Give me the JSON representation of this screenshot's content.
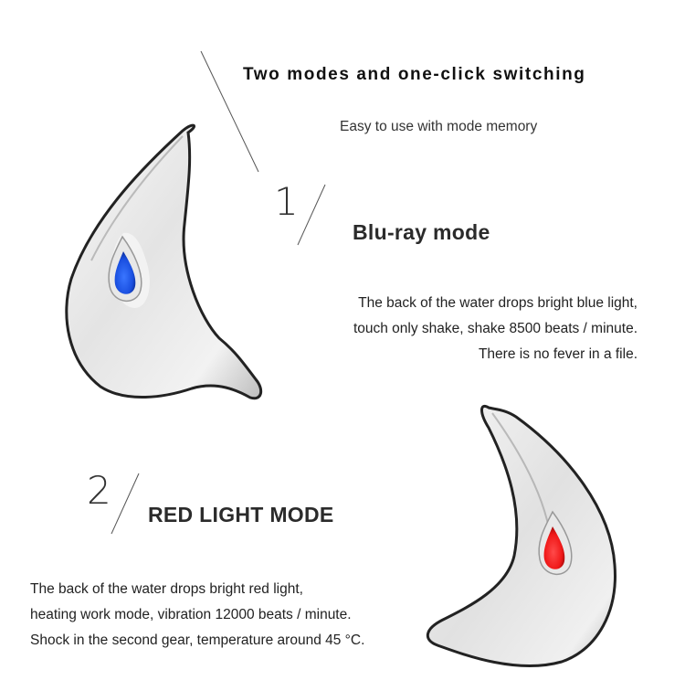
{
  "header": {
    "title": "Two modes and one-click switching",
    "subtitle": "Easy to use with mode memory"
  },
  "modes": [
    {
      "number": "1",
      "title": "Blu-ray mode",
      "description": [
        "The back of the water drops bright blue light,",
        "touch only shake, shake 8500 beats / minute.",
        "There is no fever in a file."
      ],
      "led_color": "#1a4fe0",
      "device_icon": "gua-sha-device-icon"
    },
    {
      "number": "2",
      "title": "RED LIGHT MODE",
      "description": [
        "The back of the water drops bright red light,",
        "heating work mode, vibration 12000 beats / minute.",
        "Shock in the second gear, temperature around 45 °C."
      ],
      "led_color": "#f01818",
      "device_icon": "gua-sha-device-icon"
    }
  ],
  "colors": {
    "background": "#ffffff",
    "text": "#222222",
    "line": "#555555"
  }
}
